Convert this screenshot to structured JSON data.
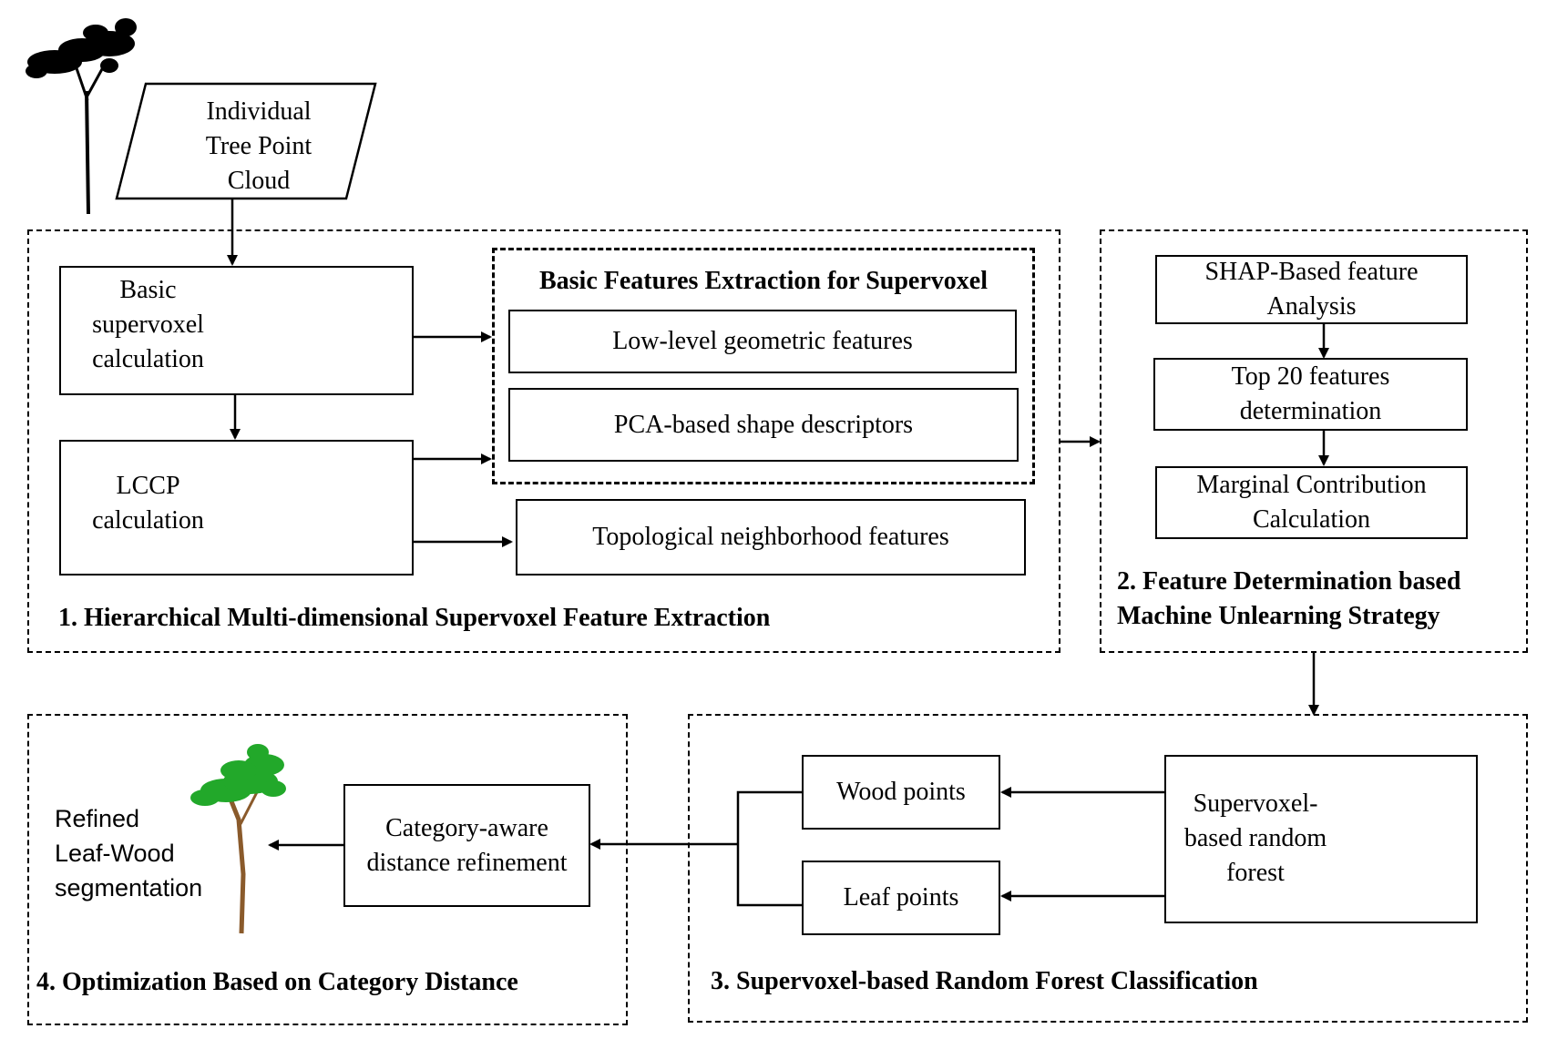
{
  "input": {
    "label": "Individual\nTree Point\nCloud"
  },
  "panel1": {
    "title": "1. Hierarchical Multi-dimensional Supervoxel Feature Extraction",
    "basic_supervoxel": "Basic\nsupervoxel\ncalculation",
    "lccp": "LCCP\ncalculation",
    "features_group_title": "Basic Features Extraction for Supervoxel",
    "low_level": "Low-level geometric features",
    "pca": "PCA-based shape descriptors",
    "topological": "Topological neighborhood features"
  },
  "panel2": {
    "title": "2. Feature Determination based\nMachine Unlearning Strategy",
    "shap": "SHAP-Based feature\nAnalysis",
    "top20": "Top 20 features\ndetermination",
    "marginal": "Marginal Contribution\nCalculation"
  },
  "panel3": {
    "title": "3. Supervoxel-based Random Forest Classification",
    "wood": "Wood points",
    "leaf": "Leaf points",
    "rf": "Supervoxel-\nbased random\nforest"
  },
  "panel4": {
    "title": "4. Optimization Based on Category Distance",
    "refinement": "Category-aware\ndistance refinement",
    "result": "Refined\nLeaf-Wood\nsegmentation"
  },
  "icons": [
    "tree-silhouette-icon",
    "supervoxel-cloud-icon",
    "lccp-cloud-icon",
    "random-forest-icon",
    "green-tree-icon"
  ],
  "colors": {
    "line": "#000000",
    "leaf": "#22a82a",
    "trunk": "#8a5a2b",
    "rf_top": "#e05a5a",
    "rf_bottom": "#7f95b5"
  }
}
